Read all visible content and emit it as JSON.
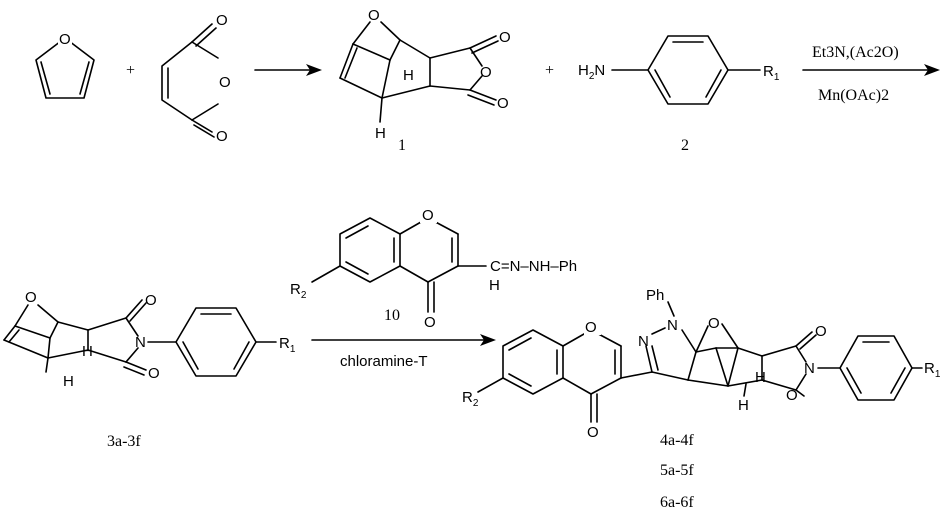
{
  "reagents": {
    "plus": "+",
    "arrow1_top": "Et3N,(Ac2O)",
    "arrow1_bottom": "Mn(OAc)2",
    "arrow2_bottom": "chloramine-T"
  },
  "compounds": {
    "label_1": "1",
    "label_2": "2",
    "label_3": "3a-3f",
    "label_10": "10",
    "label_4": "4a-4f",
    "label_5": "5a-5f",
    "label_6": "6a-6f"
  },
  "atoms": {
    "O": "O",
    "H": "H",
    "N": "N",
    "H2N": "H2N",
    "R1": "R1",
    "R2": "R2",
    "Ph": "Ph",
    "hydrazone": "C=N–NH–Ph"
  }
}
